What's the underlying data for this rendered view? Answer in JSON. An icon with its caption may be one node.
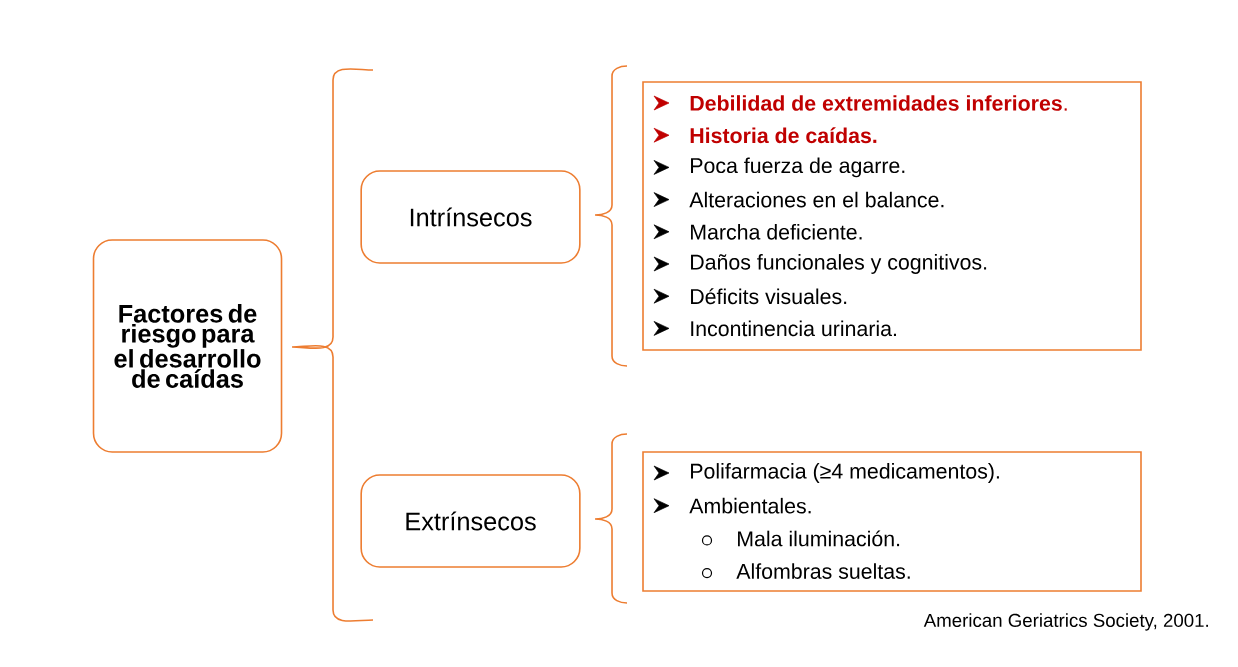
{
  "diagram": {
    "nodes": [
      {
        "text": [
          "Factores de riesgo para el desarrollo de caídas"
        ]
      },
      {
        "text": [
          "Intrínsecos"
        ]
      },
      {
        "text": [
          "Extrínsecos"
        ]
      },
      {
        "text": [
          "**Debilidad de extremidades inferiores**.",
          "**Historia de caídas.**",
          "Poca fuerza de agarre.",
          "Alteraciones en el balance.",
          "Marcha deficiente.",
          "Daños funcionales y cognitivos.",
          "Déficits visuales.",
          "Incontinencia urinaria."
        ]
      },
      {
        "text": [
          "Polifarmacia (≥4 medicamentos).",
          "Ambientales.",
          "Mala iluminación.",
          "Alfombras sueltas."
        ]
      }
    ],
    "labels": [
      "American Geriatrics Society, 2001."
    ]
  }
}
